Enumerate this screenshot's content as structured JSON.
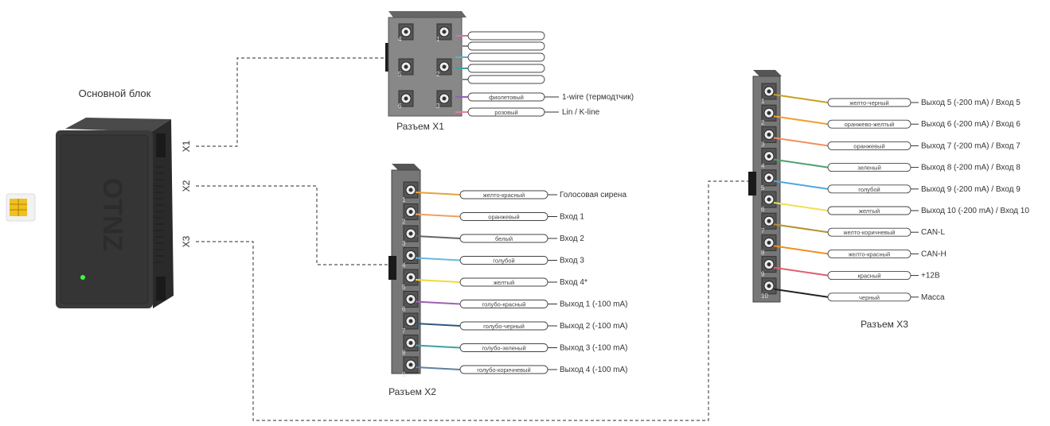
{
  "main_unit": {
    "title": "Основной блок",
    "ports": [
      "X1",
      "X2",
      "X3"
    ],
    "logo": "OTNZ"
  },
  "x1": {
    "caption": "Разъем X1",
    "pins": [
      {
        "num": "4",
        "color": "",
        "label": ""
      },
      {
        "num": "1",
        "color": "",
        "label": ""
      },
      {
        "num": "5",
        "color": "",
        "label": ""
      },
      {
        "num": "2",
        "color": "",
        "label": ""
      },
      {
        "num": "",
        "color": "",
        "label": ""
      },
      {
        "num": "6",
        "color": "фиолетовый",
        "label": "1-wire (термодтчик)"
      },
      {
        "num": "3",
        "color": "розовый",
        "label": "Lin / K-line"
      }
    ]
  },
  "x2": {
    "caption": "Разъем X2",
    "pins": [
      {
        "color": "желто-красный",
        "label": "Голосовая сирена",
        "wire": "#e8a23a"
      },
      {
        "color": "оранжевый",
        "label": "Вход 1",
        "wire": "#f0a060"
      },
      {
        "color": "белый",
        "label": "Вход 2",
        "wire": "#666666"
      },
      {
        "color": "голубой",
        "label": "Вход 3",
        "wire": "#6ab8e0"
      },
      {
        "color": "желтый",
        "label": "Вход 4*",
        "wire": "#f0d840"
      },
      {
        "color": "голубо-красный",
        "label": "Выход 1 (-100 mA)",
        "wire": "#a060b0"
      },
      {
        "color": "голубо-черный",
        "label": "Выход 2 (-100 mA)",
        "wire": "#305880"
      },
      {
        "color": "голубо-зеленый",
        "label": "Выход 3 (-100 mA)",
        "wire": "#40a0a0"
      },
      {
        "color": "голубо-коричневый",
        "label": "Выход 4 (-100 mA)",
        "wire": "#6080a0"
      }
    ]
  },
  "x3": {
    "caption": "Разъем X3",
    "pins": [
      {
        "num": "1",
        "color": "желто-черный",
        "label": "Выход 5  (-200 mA)  / Вход 5",
        "wire": "#c8a020"
      },
      {
        "num": "2",
        "color": "оранжево-желтый",
        "label": "Выход 6  (-200 mA)  / Вход 6",
        "wire": "#f0a030"
      },
      {
        "num": "3",
        "color": "оранжевый",
        "label": "Выход 7  (-200 mA)  / Вход 7",
        "wire": "#f09060"
      },
      {
        "num": "4",
        "color": "зеленый",
        "label": "Выход 8  (-200 mA)  / Вход 8",
        "wire": "#50a070"
      },
      {
        "num": "5",
        "color": "голубой",
        "label": "Выход 9  (-200 mA)  / Вход 9",
        "wire": "#50a8d8"
      },
      {
        "num": "6",
        "color": "желтый",
        "label": "Выход 10  (-200 mA)  / Вход 10",
        "wire": "#f0e050"
      },
      {
        "num": "7",
        "color": "желто-коричневый",
        "label": "CAN-L",
        "wire": "#b89030"
      },
      {
        "num": "8",
        "color": "желто-красный",
        "label": "CAN-H",
        "wire": "#f09020"
      },
      {
        "num": "9",
        "color": "красный",
        "label": "+12В",
        "wire": "#e06070"
      },
      {
        "num": "10",
        "color": "черный",
        "label": "Масса",
        "wire": "#222222"
      }
    ]
  }
}
